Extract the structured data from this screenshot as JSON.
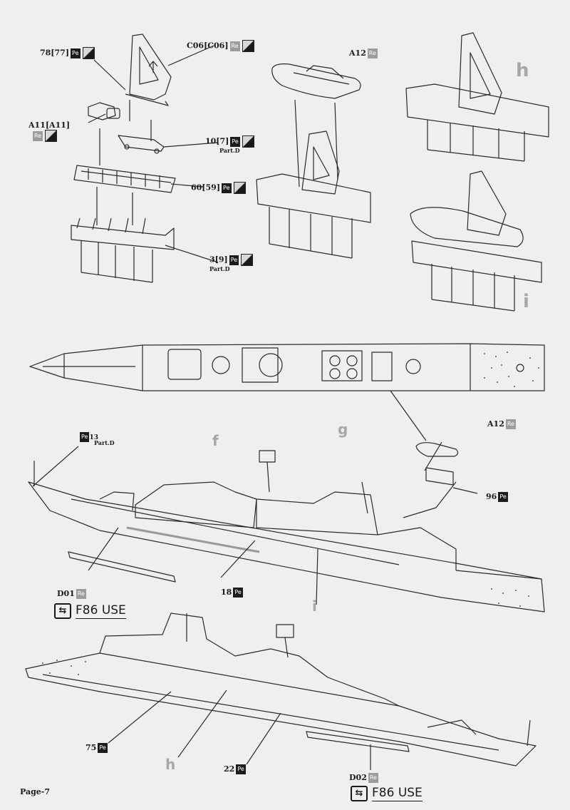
{
  "page": {
    "label": "Page-7"
  },
  "steps": {
    "h": "h",
    "i": "i",
    "f": "f",
    "g": "g",
    "h_ref": "h",
    "i_ref": "i"
  },
  "callouts": {
    "c78": {
      "text": "78[77]",
      "badge": "Pe"
    },
    "c06": {
      "text": "C06[C06]",
      "badge": "Re"
    },
    "a12_top": {
      "text": "A12",
      "badge": "Re"
    },
    "a11": {
      "text": "A11[A11]",
      "badge": "Re"
    },
    "c10": {
      "text": "10[7]",
      "badge": "Pe",
      "part": "Part.D"
    },
    "c60": {
      "text": "60[59]",
      "badge": "Pe"
    },
    "c3": {
      "text": "3[9]",
      "badge": "Pe",
      "part": "Part.D"
    },
    "c13": {
      "text": "13",
      "badge": "Pe",
      "part": "Part.D"
    },
    "a12_mid": {
      "text": "A12",
      "badge": "Re"
    },
    "c96": {
      "text": "96",
      "badge": "Pe"
    },
    "d01": {
      "text": "D01",
      "badge": "Re"
    },
    "c18": {
      "text": "18",
      "badge": "Pe"
    },
    "c75": {
      "text": "75",
      "badge": "Pe"
    },
    "c22": {
      "text": "22",
      "badge": "Pe"
    },
    "d02": {
      "text": "D02",
      "badge": "Re"
    }
  },
  "use_labels": {
    "first": "F86 USE",
    "second": "F86 USE",
    "symbol": "⇆"
  },
  "colors": {
    "pe_badge": "#1c1c1c",
    "re_badge": "#9c9c9c",
    "step_letter": "#a7a7a7"
  }
}
